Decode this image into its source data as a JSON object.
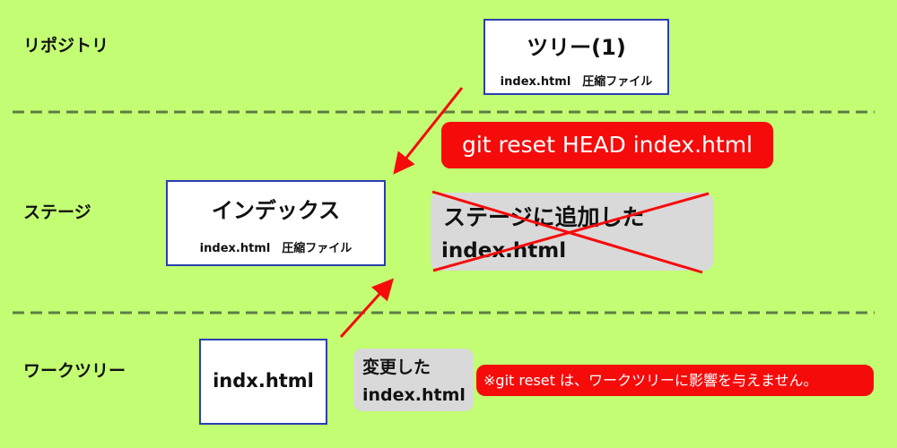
{
  "rows": {
    "repository": "リポジトリ",
    "stage": "ステージ",
    "worktree": "ワークツリー"
  },
  "tree_box": {
    "title": "ツリー(1)",
    "content": "index.html　圧縮ファイル"
  },
  "index_box": {
    "title": "インデックス",
    "content": "index.html　圧縮ファイル"
  },
  "command": "git  reset HEAD index.html",
  "staged_note": {
    "line1": "ステージに追加した",
    "line2": "index.html"
  },
  "work_file": "indx.html",
  "changed_note": {
    "line1": "変更した",
    "line2": "index.html"
  },
  "warning": "※git reset は、ワークツリーに影響を与えません。",
  "colors": {
    "background": "#c3fd73",
    "accent": "#f60b0b",
    "divider": "#5e7d45"
  }
}
